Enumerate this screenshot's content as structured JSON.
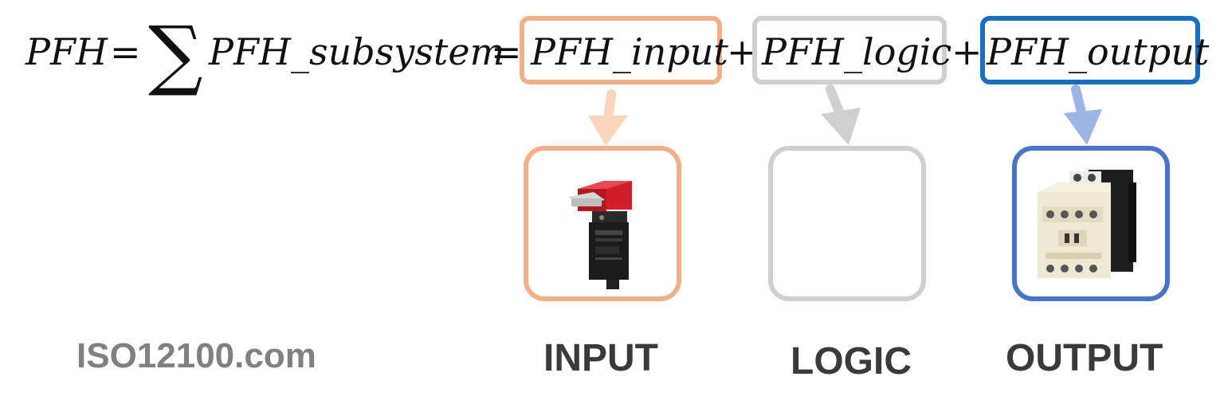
{
  "equation": {
    "lhs": "PFH",
    "equals": "=",
    "sum_symbol": "∑",
    "subsystem_term": "PFH_subsystem",
    "plus": "+",
    "input_term": "PFH_input",
    "logic_term": "PFH_logic",
    "output_term": "PFH_output"
  },
  "components": {
    "input_label": "INPUT",
    "logic_label": "LOGIC",
    "output_label": "OUTPUT"
  },
  "watermark": "ISO12100.com",
  "colors": {
    "input": "#f2b088",
    "input_arrow": "#f8d5bb",
    "logic": "#cfcfcf",
    "output_term_border": "#1a6ec0",
    "output_box_border": "#4a74c8",
    "output_arrow": "#9db5e6"
  }
}
